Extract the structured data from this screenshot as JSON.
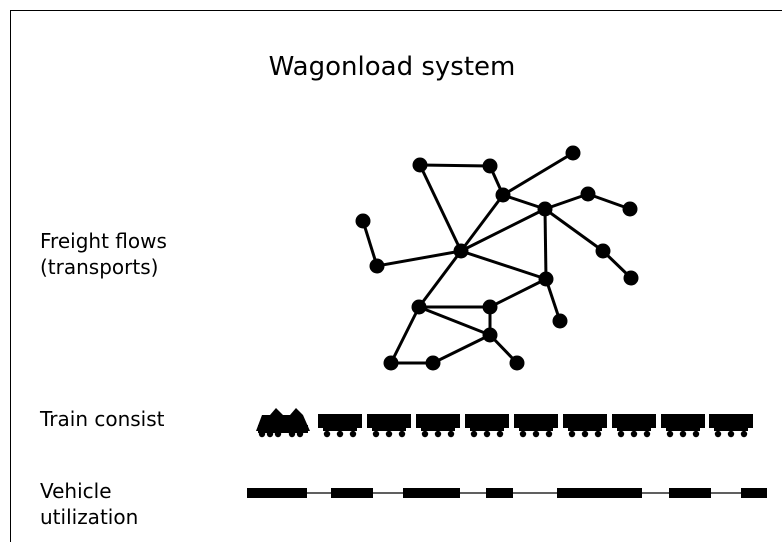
{
  "title": "Wagonload system",
  "labels": {
    "freight_flows": [
      "Freight flows",
      "(transports)"
    ],
    "train_consist": "Train consist",
    "vehicle_utilization": [
      "Vehicle",
      "utilization"
    ]
  },
  "colors": {
    "ink": "#000000",
    "background": "#ffffff"
  }
}
